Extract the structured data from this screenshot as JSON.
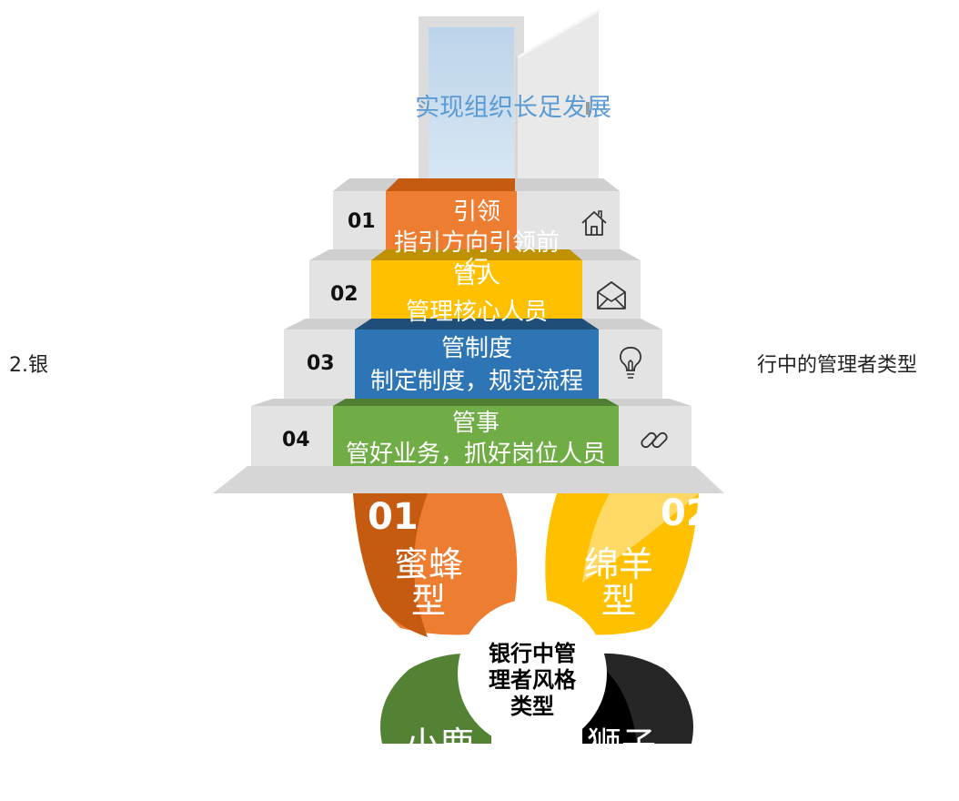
{
  "header": {
    "left_text": "2.银",
    "right_text": "行中的管理者类型"
  },
  "goal_text": "实现组织长足发展",
  "steps": [
    {
      "number": "01",
      "title": "引领",
      "desc": "指引方向引领前行",
      "color": "#ed7d31",
      "icon": "house-icon"
    },
    {
      "number": "02",
      "title": "管人",
      "desc": "管理核心人员",
      "color": "#ffc000",
      "icon": "envelope-icon"
    },
    {
      "number": "03",
      "title": "管制度",
      "desc": "制定制度，规范流程",
      "color": "#2e75b6",
      "icon": "lightbulb-icon"
    },
    {
      "number": "04",
      "title": "管事",
      "desc": "管好业务，抓好岗位人员",
      "color": "#70ad47",
      "icon": "link-icon"
    }
  ],
  "petals": [
    {
      "number": "01",
      "title": "蜜蜂型",
      "color": "#ed7d31"
    },
    {
      "number": "02",
      "title": "绵羊型",
      "color": "#ffc000"
    },
    {
      "title": "小鹿型",
      "color": "#548235"
    },
    {
      "title": "狮子型",
      "color": "#262626"
    }
  ],
  "center_label": "银行中管理者风格类型",
  "colors": {
    "orange": "#ed7d31",
    "gold": "#ffc000",
    "blue": "#2e75b6",
    "green": "#70ad47",
    "dark": "#262626",
    "step_gray": "#e3e3e3",
    "goal_blue": "#5b9bd5"
  }
}
